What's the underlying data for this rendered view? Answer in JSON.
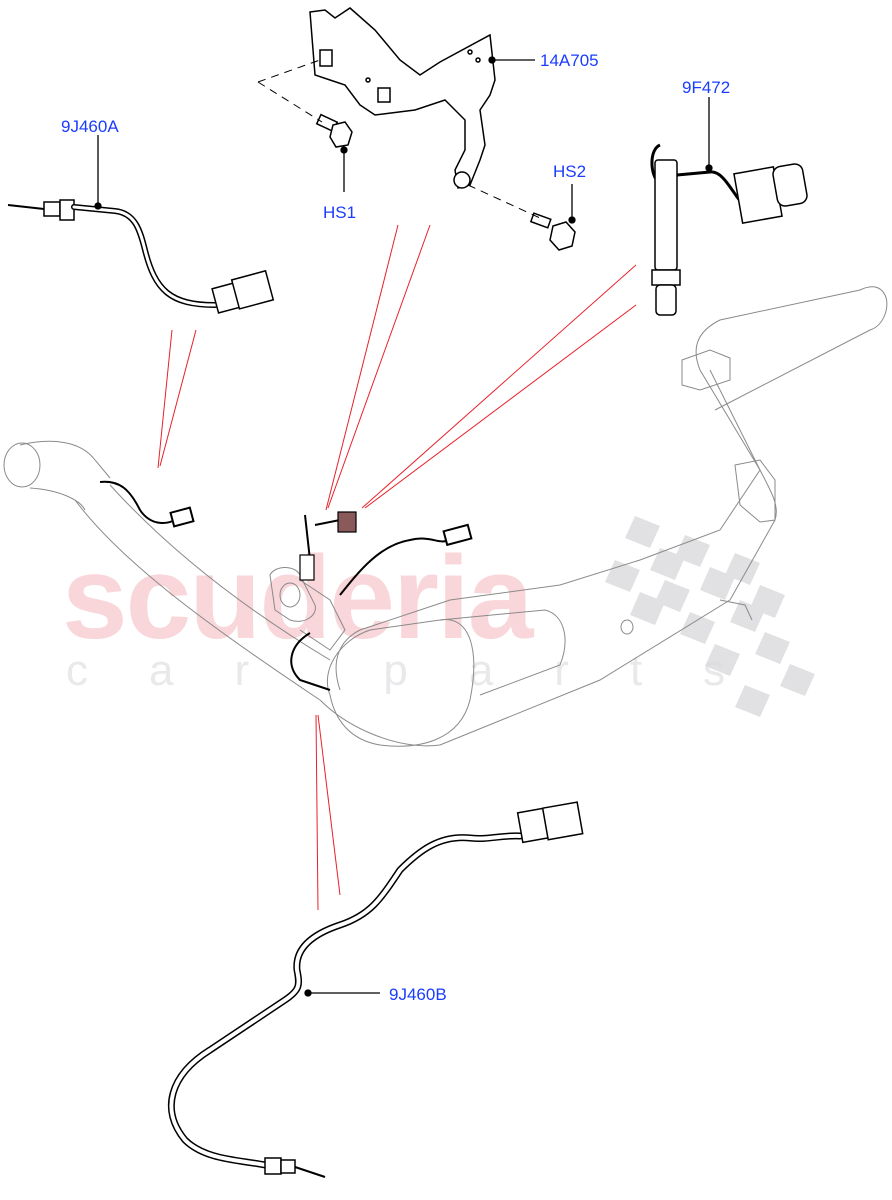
{
  "diagram": {
    "type": "exploded-parts-view",
    "subject": "Exhaust sensors and bracket",
    "watermark": {
      "main": "scuderia",
      "sub": "car parts",
      "color_main": "#f9d6d9",
      "color_sub": "#e9e9ec"
    },
    "label_color": "#1a3cff",
    "leader_color": "#000000",
    "reference_line_color": "#e8202a",
    "callouts": [
      {
        "id": "9J460A",
        "label": "9J460A",
        "part": "exhaust gas temperature sensor (upstream)"
      },
      {
        "id": "14A705",
        "label": "14A705",
        "part": "sensor mounting bracket"
      },
      {
        "id": "HS1",
        "label": "HS1",
        "part": "bolt"
      },
      {
        "id": "HS2",
        "label": "HS2",
        "part": "bolt"
      },
      {
        "id": "9F472",
        "label": "9F472",
        "part": "oxygen sensor"
      },
      {
        "id": "9J460B",
        "label": "9J460B",
        "part": "exhaust gas temperature sensor (downstream)"
      }
    ]
  }
}
